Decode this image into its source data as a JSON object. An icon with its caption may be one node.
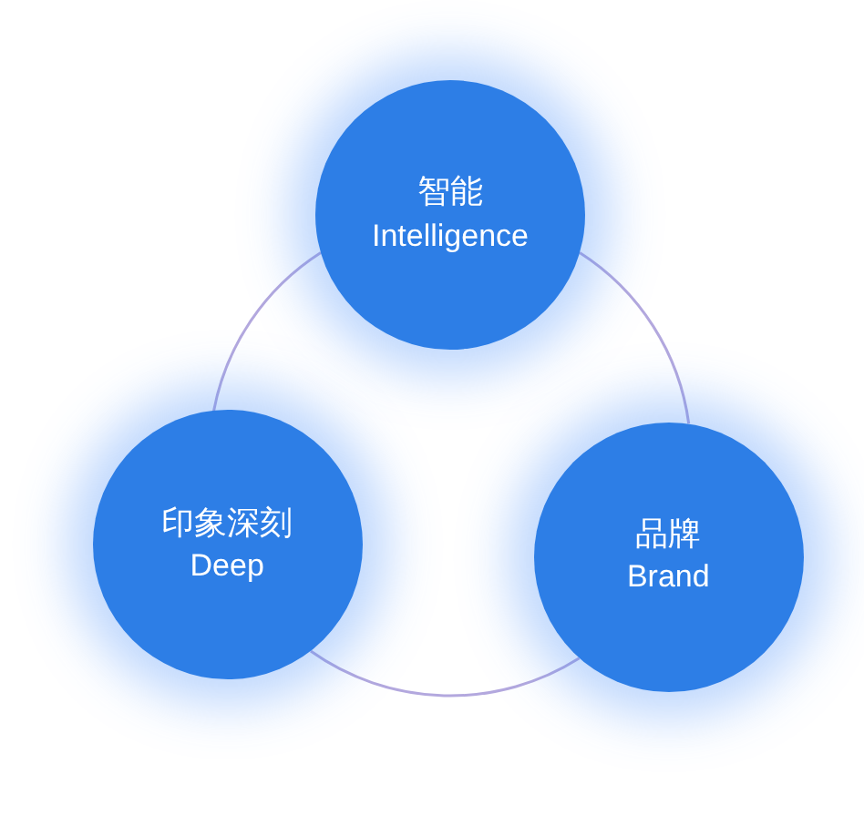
{
  "diagram": {
    "nodes": [
      {
        "text": [
          "智能",
          "Intelligence"
        ]
      },
      {
        "text": [
          "印象深刻",
          "Deep"
        ]
      },
      {
        "text": [
          "品牌",
          "Brand"
        ]
      }
    ],
    "edges": [
      {
        "from": 0,
        "to": 2,
        "arrow": "none"
      },
      {
        "from": 2,
        "to": 1,
        "arrow": "none"
      },
      {
        "from": 1,
        "to": 0,
        "arrow": "none"
      }
    ]
  }
}
